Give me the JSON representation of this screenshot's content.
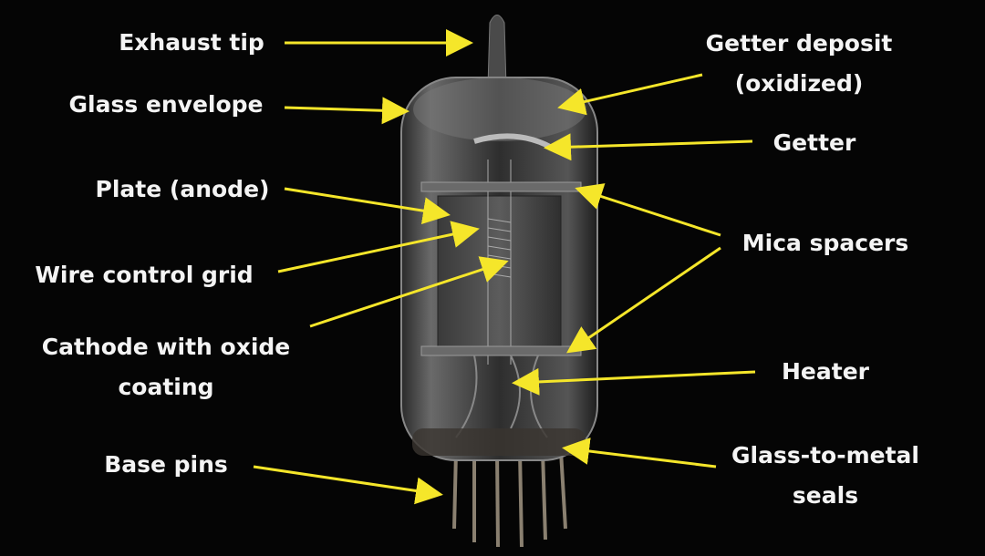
{
  "labels": {
    "exhaust_tip": "Exhaust tip",
    "glass_envelope": "Glass envelope",
    "getter_deposit_1": "Getter deposit",
    "getter_deposit_2": "(oxidized)",
    "getter": "Getter",
    "plate": "Plate (anode)",
    "mica_spacers": "Mica spacers",
    "wire_control_grid": "Wire control grid",
    "cathode_1": "Cathode with oxide",
    "cathode_2": "coating",
    "heater": "Heater",
    "base_pins": "Base pins",
    "seals_1": "Glass-to-metal",
    "seals_2": "seals"
  },
  "colors": {
    "arrow": "#f5e62a",
    "text": "#f4f4f4",
    "background": "#050505"
  }
}
